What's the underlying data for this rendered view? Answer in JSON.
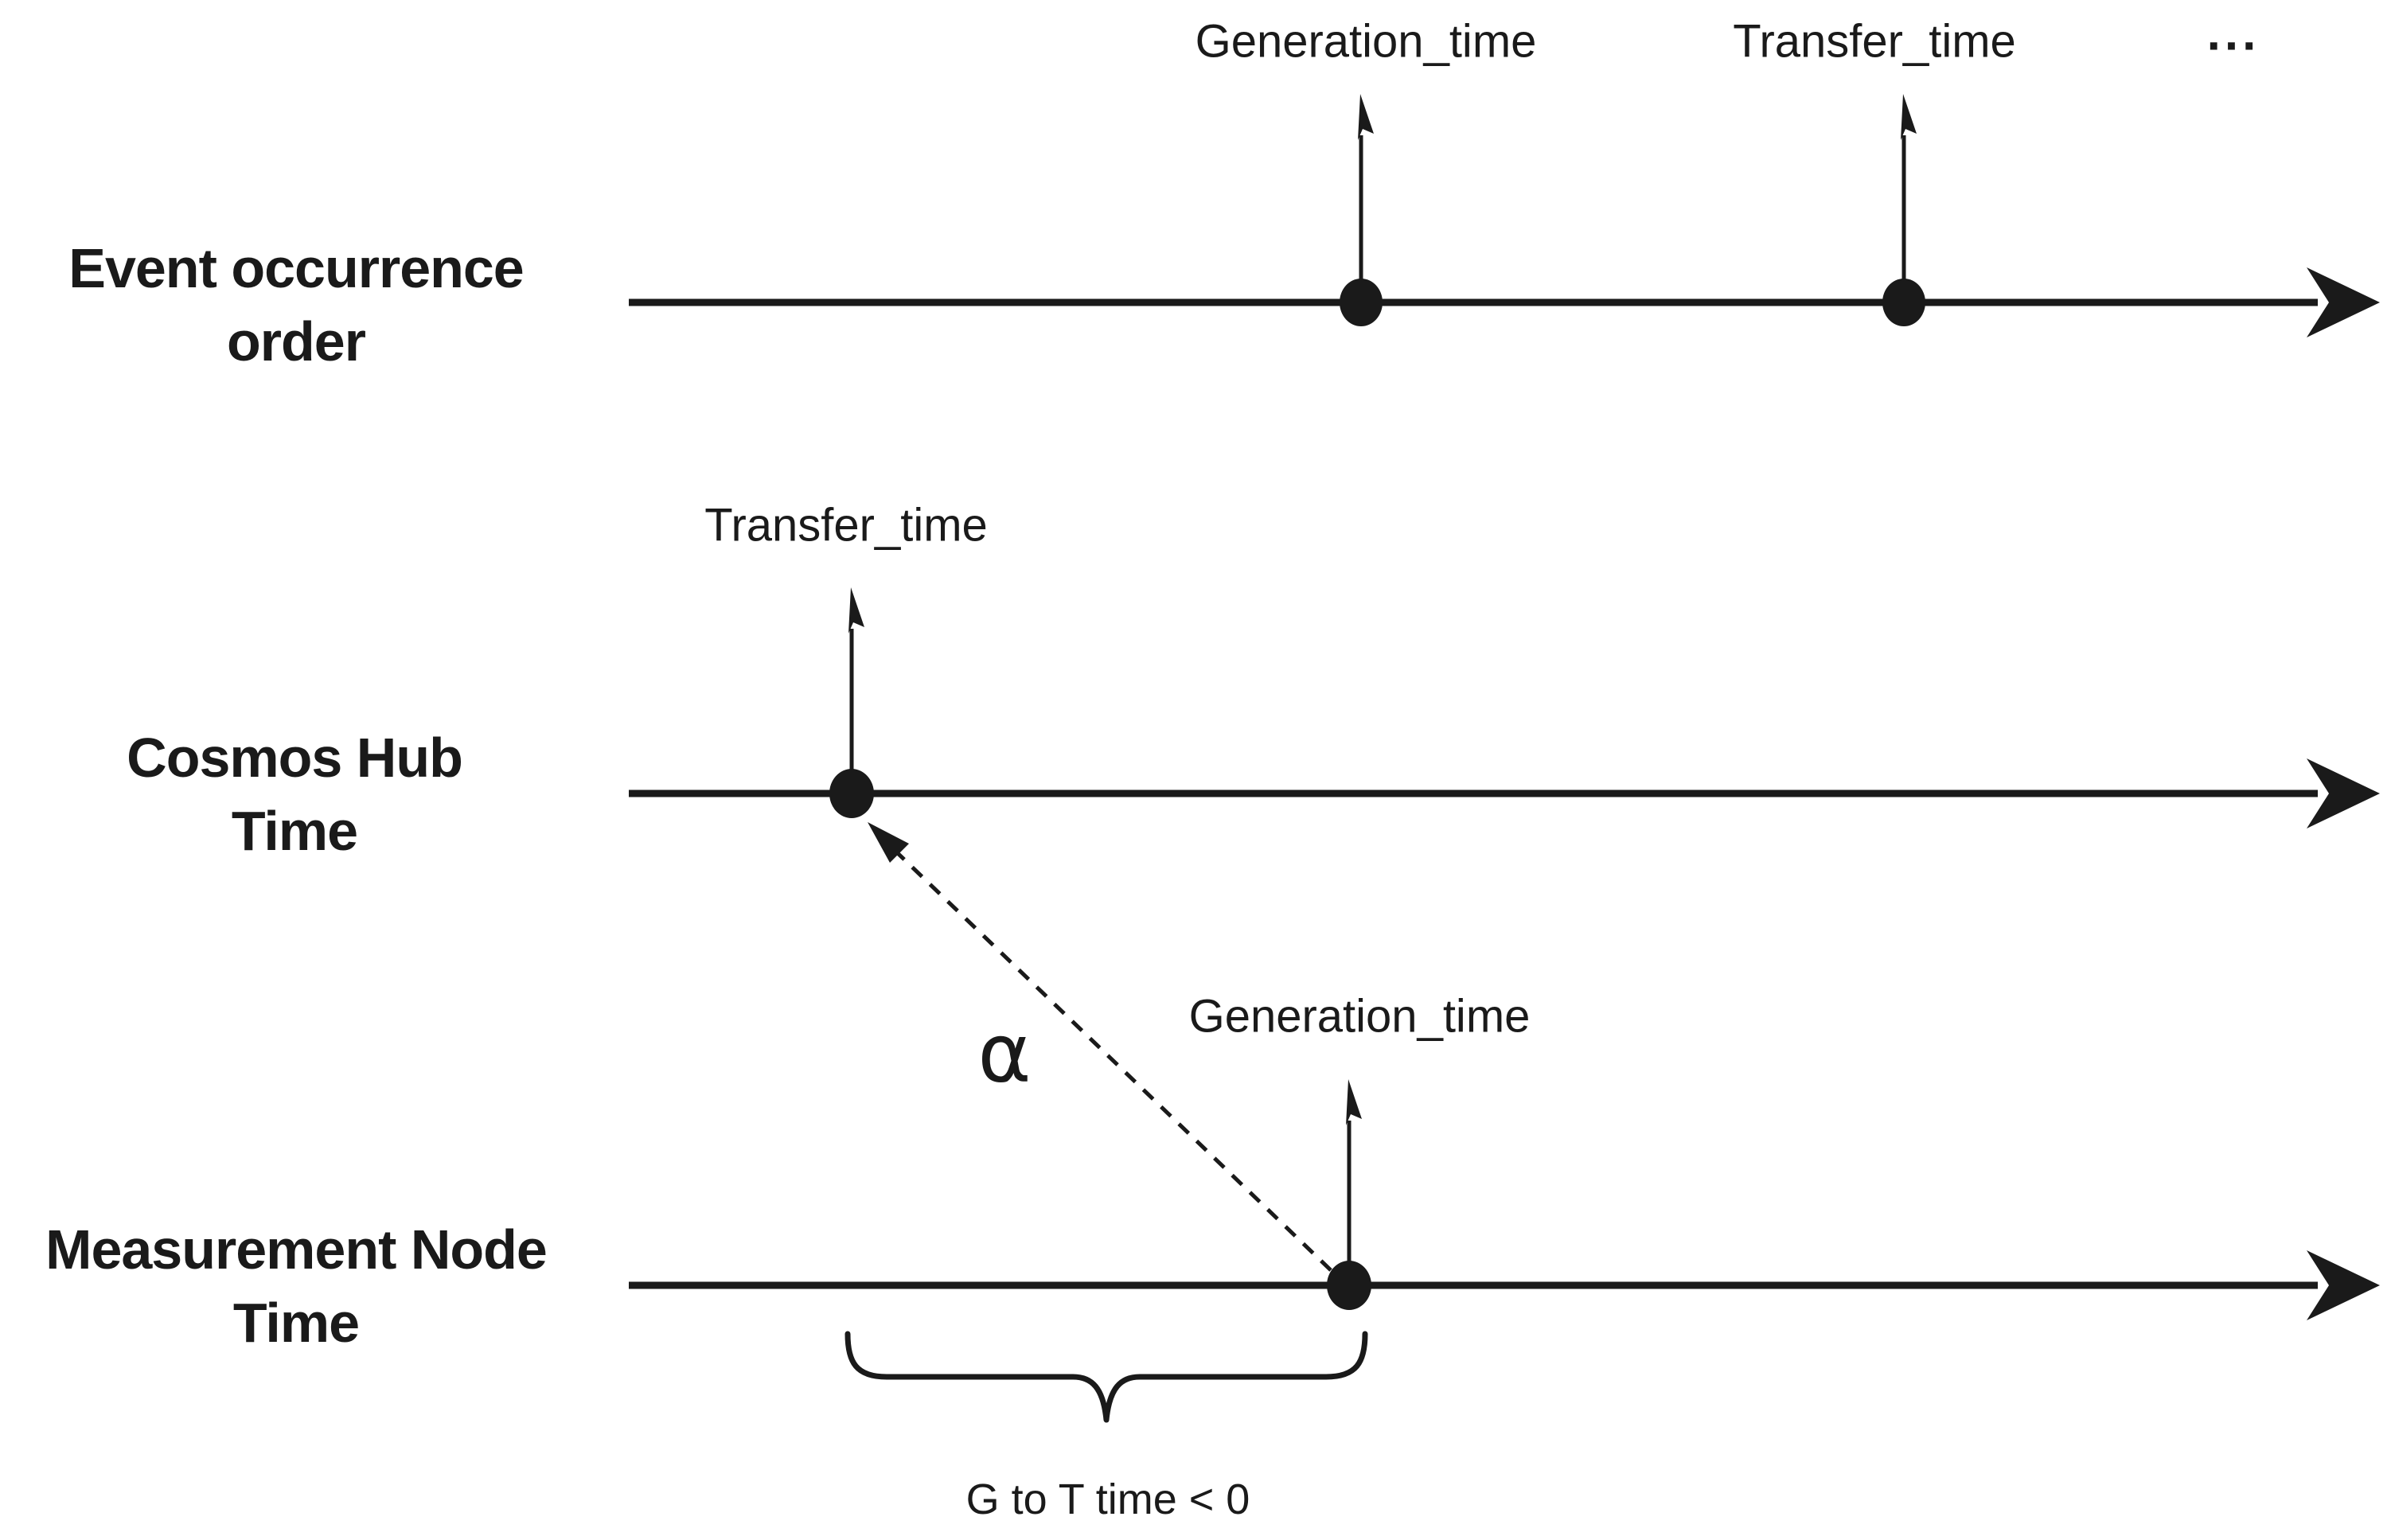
{
  "colors": {
    "background": "#ffffff",
    "ink": "#1a1a1a"
  },
  "rows": [
    {
      "id": "event-occurrence-order",
      "label_line1": "Event occurrence",
      "label_line2": "order",
      "events": [
        {
          "label": "Generation_time"
        },
        {
          "label": "Transfer_time"
        }
      ],
      "ellipsis": "..."
    },
    {
      "id": "cosmos-hub-time",
      "label_line1": "Cosmos Hub",
      "label_line2": "Time",
      "events": [
        {
          "label": "Transfer_time"
        }
      ]
    },
    {
      "id": "measurement-node-time",
      "label_line1": "Measurement Node",
      "label_line2": "Time",
      "events": [
        {
          "label": "Generation_time"
        }
      ]
    }
  ],
  "annotations": {
    "alpha": "α",
    "brace_label": "G to T time < 0"
  }
}
